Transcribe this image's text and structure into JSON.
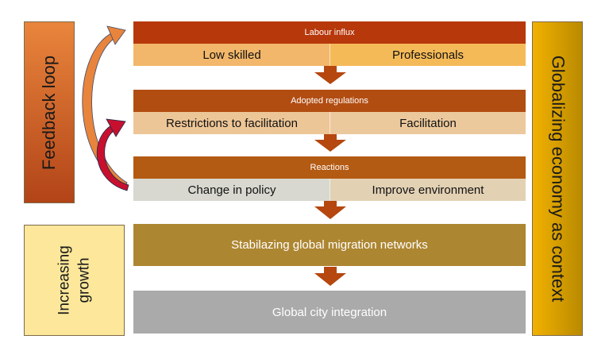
{
  "side_panels": {
    "feedback": "Feedback loop",
    "growth": "Increasing growth",
    "context": "Globalizing economy as context"
  },
  "stages": [
    {
      "header": "Labour influx",
      "left": "Low skilled",
      "right": "Professionals"
    },
    {
      "header": "Adopted regulations",
      "left": "Restrictions to facilitation",
      "right": "Facilitation"
    },
    {
      "header": "Reactions",
      "left": "Change in policy",
      "right": "Improve environment"
    }
  ],
  "outcomes": {
    "networks": "Stabilazing global migration networks",
    "integration": "Global city integration"
  },
  "colors": {
    "down_arrow": "#b5470f",
    "feedback_arrow_outer": "#e8843c",
    "feedback_arrow_inner": "#c8102e"
  },
  "icons": [
    "down-arrow-icon",
    "curved-feedback-arrow-icon"
  ]
}
